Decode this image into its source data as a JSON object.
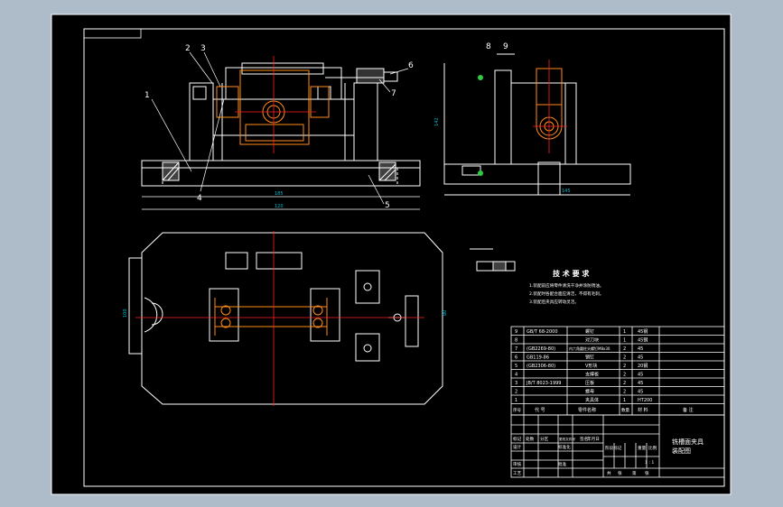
{
  "viewport": {
    "background": "#aebbc9",
    "paper_color": "#000000",
    "line_color": "#ffffff",
    "accent_colors": {
      "part_orange": "#ff8c1a",
      "center_red": "#ff2020",
      "dim_cyan": "#00bcd4",
      "green": "#2ecc40",
      "yellow": "#f0e000"
    }
  },
  "front_view": {
    "balloons": [
      "2",
      "3",
      "1",
      "4",
      "6",
      "5",
      "7"
    ],
    "dimensions": [
      "185",
      "120"
    ]
  },
  "side_view": {
    "balloons": [
      "8",
      "9"
    ],
    "dim_vertical": "142",
    "dim_bottom": "145"
  },
  "top_view": {
    "dims": [
      "100",
      "80"
    ]
  },
  "tech_requirements": {
    "title": "技 术 要 求",
    "lines": [
      "1.装配前应将零件清洗干净并涂防锈油。",
      "2.装配时各配合面应清洁，不得有毛刺。",
      "3.装配后夹具应转动灵活。"
    ]
  },
  "bom": {
    "header": {
      "seq": "序号",
      "code": "代 号",
      "name": "零件名称",
      "qty": "数量",
      "material": "材 料",
      "remark": "备 注"
    },
    "rows": [
      {
        "seq": "9",
        "code": "GB/T 68-2000",
        "name": "螺钉",
        "qty": "1",
        "material": "45钢"
      },
      {
        "seq": "8",
        "code": "",
        "name": "对刀块",
        "qty": "1",
        "material": "45钢"
      },
      {
        "seq": "7",
        "code": "(GB2269-80)",
        "name": "内六角圆柱头螺钉M8x30",
        "qty": "2",
        "material": "45"
      },
      {
        "seq": "6",
        "code": "GB119-86",
        "name": "销钉",
        "qty": "2",
        "material": "45"
      },
      {
        "seq": "5",
        "code": "(GB2306-80)",
        "name": "V形块",
        "qty": "2",
        "material": "20钢"
      },
      {
        "seq": "4",
        "code": "",
        "name": "支撑板",
        "qty": "2",
        "material": "45"
      },
      {
        "seq": "3",
        "code": "JB/T 8023-1999",
        "name": "压板",
        "qty": "2",
        "material": "45"
      },
      {
        "seq": "2",
        "code": "",
        "name": "螺母",
        "qty": "2",
        "material": "45"
      },
      {
        "seq": "1",
        "code": "",
        "name": "夹具体",
        "qty": "1",
        "material": "HT200"
      }
    ]
  },
  "title_block": {
    "drawing_title_1": "铣槽面夹具",
    "drawing_title_2": "装配图",
    "row_label_1": "标记",
    "row_label_2": "设计",
    "row_label_3": "审核",
    "row_label_4": "工艺",
    "sign_labels": [
      "处数",
      "分区",
      "更改文件号",
      "签名",
      "年月日"
    ],
    "scale_labels": [
      "阶段标记",
      "重量",
      "比例"
    ],
    "scale_value": "1 : 1",
    "sheet_labels": [
      "共",
      "张",
      "第",
      "张"
    ],
    "std_label": "标准化",
    "approve_label": "批准"
  }
}
